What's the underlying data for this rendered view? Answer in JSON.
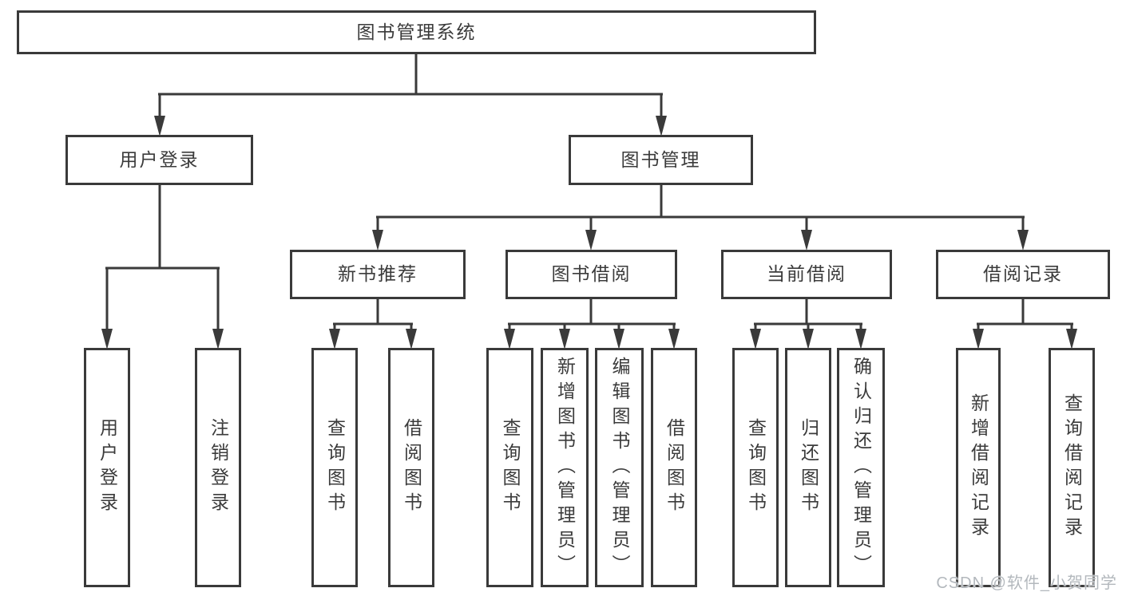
{
  "tree": {
    "label": "图书管理系统",
    "children": [
      {
        "label": "用户登录",
        "children": [
          {
            "label": "用户登录"
          },
          {
            "label": "注销登录"
          }
        ]
      },
      {
        "label": "图书管理",
        "children": [
          {
            "label": "新书推荐",
            "children": [
              {
                "label": "查询图书"
              },
              {
                "label": "借阅图书"
              }
            ]
          },
          {
            "label": "图书借阅",
            "children": [
              {
                "label": "查询图书"
              },
              {
                "label": "新增图书（管理员）"
              },
              {
                "label": "编辑图书（管理员）"
              },
              {
                "label": "借阅图书"
              }
            ]
          },
          {
            "label": "当前借阅",
            "children": [
              {
                "label": "查询图书"
              },
              {
                "label": "归还图书"
              },
              {
                "label": "确认归还（管理员）"
              }
            ]
          },
          {
            "label": "借阅记录",
            "children": [
              {
                "label": "新增借阅记录"
              },
              {
                "label": "查询借阅记录"
              }
            ]
          }
        ]
      }
    ]
  },
  "watermark": {
    "text": "CSDN @软件_小贺同学"
  },
  "colors": {
    "line": "#3a3a3a",
    "box_border": "#3a3a3a",
    "text": "#3b3b3b",
    "watermark": "#b3b8bd",
    "background": "#ffffff"
  }
}
